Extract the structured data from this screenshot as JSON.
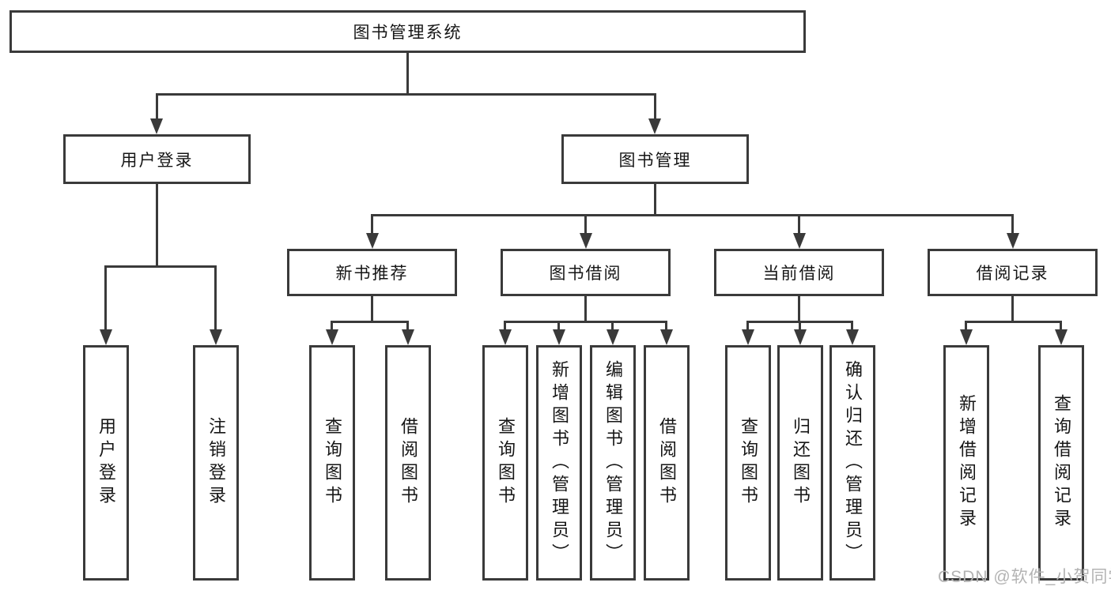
{
  "diagram": {
    "root": {
      "label": "图书管理系统",
      "children": [
        {
          "label": "用户登录",
          "children": [
            {
              "label": "用户登录"
            },
            {
              "label": "注销登录"
            }
          ]
        },
        {
          "label": "图书管理",
          "children": [
            {
              "label": "新书推荐",
              "children": [
                {
                  "label": "查询图书"
                },
                {
                  "label": "借阅图书"
                }
              ]
            },
            {
              "label": "图书借阅",
              "children": [
                {
                  "label": "查询图书"
                },
                {
                  "label": "新增图书（管理员）"
                },
                {
                  "label": "编辑图书（管理员）"
                },
                {
                  "label": "借阅图书"
                }
              ]
            },
            {
              "label": "当前借阅",
              "children": [
                {
                  "label": "查询图书"
                },
                {
                  "label": "归还图书"
                },
                {
                  "label": "确认归还（管理员）"
                }
              ]
            },
            {
              "label": "借阅记录",
              "children": [
                {
                  "label": "新增借阅记录"
                },
                {
                  "label": "查询借阅记录"
                }
              ]
            }
          ]
        }
      ]
    }
  },
  "watermark": {
    "text": "CSDN @软件_小贺同学"
  },
  "colors": {
    "line": "#3a3a3a",
    "text": "#161616",
    "watermark": "#b3b3b3",
    "background": "#ffffff"
  }
}
